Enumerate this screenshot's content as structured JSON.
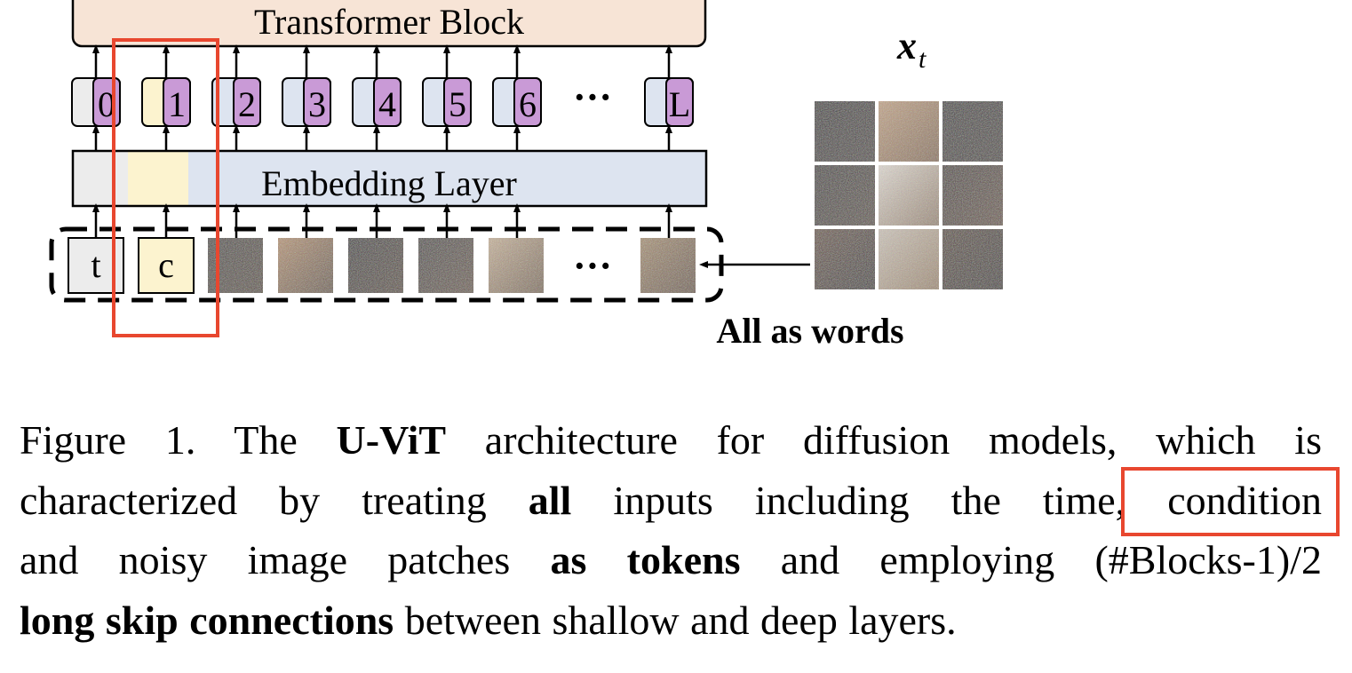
{
  "figure": {
    "transformer_label": "Transformer Block",
    "embedding_label": "Embedding Layer",
    "position_tokens": [
      "0",
      "1",
      "2",
      "3",
      "4",
      "5",
      "6",
      "L"
    ],
    "position_ellipsis": "···",
    "input_tokens": {
      "time": "t",
      "condition": "c"
    },
    "input_ellipsis": "···",
    "image_label_base": "x",
    "image_label_sub": "t",
    "words_label": "All as words",
    "colors": {
      "transformer_fill": "#f7e4d6",
      "embedding_fill": "#dde4f0",
      "time_fill": "#ececec",
      "condition_fill": "#fcf3cf",
      "position_fill": "#c99ad6",
      "highlight": "#e8472f"
    }
  },
  "caption": {
    "l1_a": "Figure 1.  The ",
    "l1_b": "U-ViT",
    "l1_c": " architecture for diffusion models, which is",
    "l2_a": "characterized by treating ",
    "l2_b": "all",
    "l2_c": " inputs including the time,",
    "l2_d": "condition",
    "l3_a": "and noisy image patches ",
    "l3_b": "as tokens",
    "l3_c": " and employing (#Blocks-1)/2",
    "l4_a": "long skip connections",
    "l4_b": " between shallow and deep layers."
  }
}
